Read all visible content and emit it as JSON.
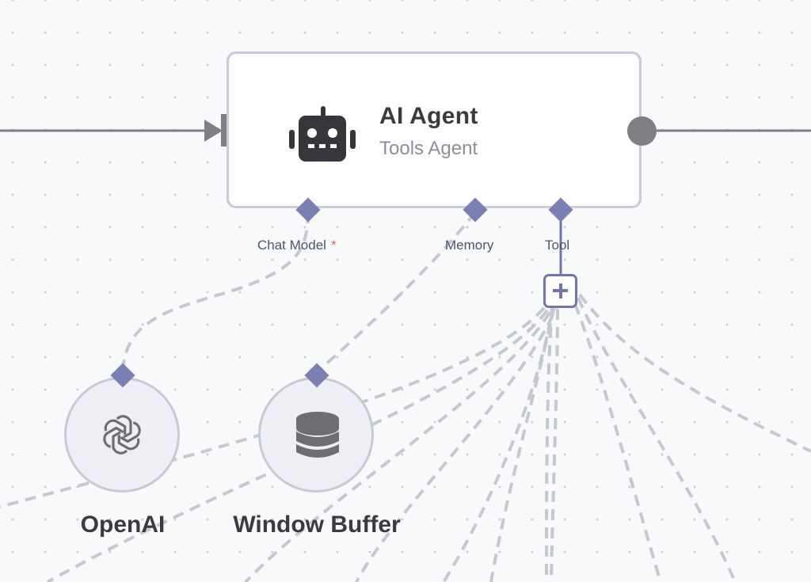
{
  "canvas": {
    "colors": {
      "background": "#f7f9fb",
      "grid_dot": "#c9ccd3",
      "main_connection": "#7f8085",
      "sub_connection": "#7b80b4",
      "dashed_connection": "#c5c8ce",
      "required_marker": "#e0694a"
    }
  },
  "main_node": {
    "title": "AI Agent",
    "subtitle": "Tools Agent",
    "icon": "robot-icon"
  },
  "inputs": [
    {
      "label": "Chat Model",
      "required_marker": "*"
    },
    {
      "label": "Memory"
    },
    {
      "label": "Tool"
    }
  ],
  "add_tool_button": {
    "icon": "plus-icon"
  },
  "sub_nodes": [
    {
      "label": "OpenAI",
      "icon": "openai-logo-icon"
    },
    {
      "label": "Window Buffer",
      "icon": "database-icon"
    }
  ]
}
